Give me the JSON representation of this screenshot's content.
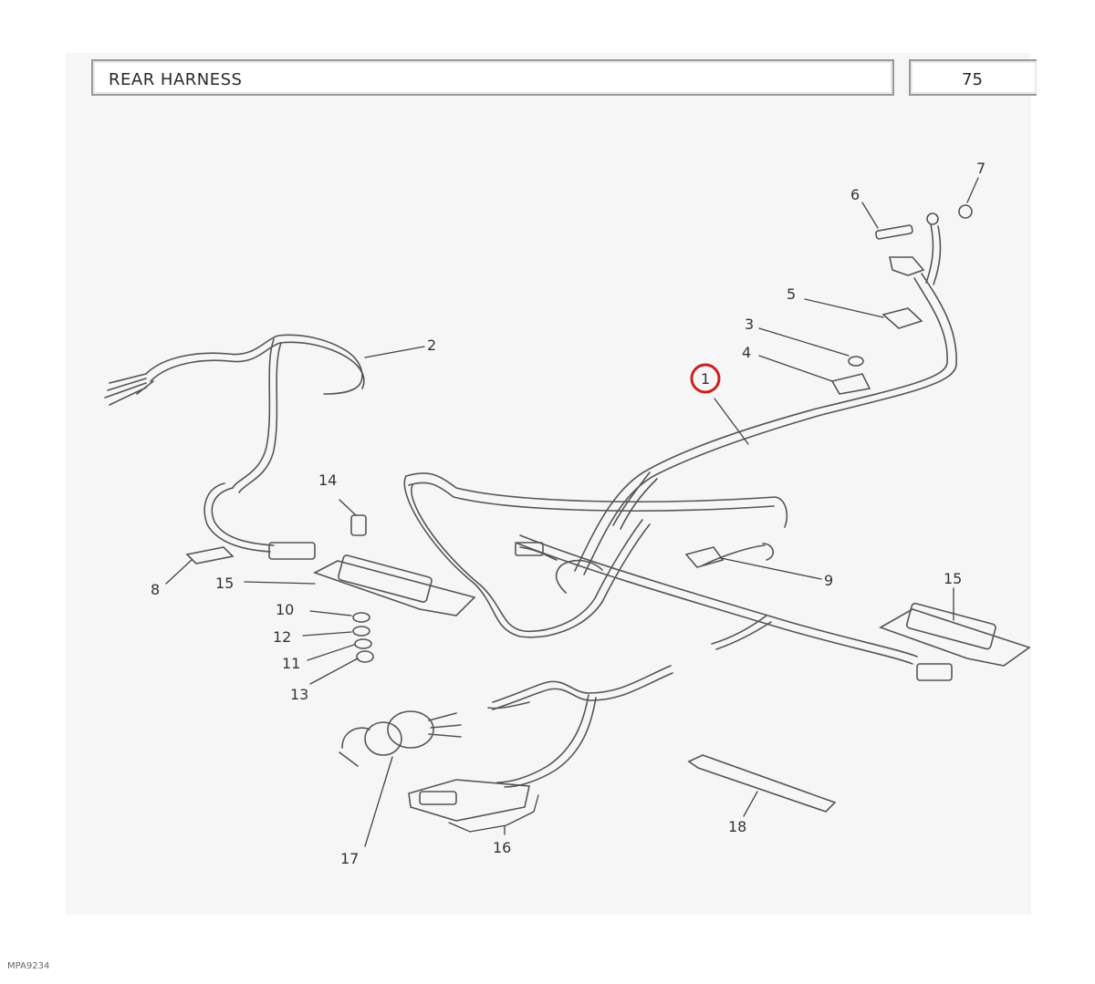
{
  "header": {
    "title": "REAR HARNESS",
    "page_number": "75"
  },
  "callouts": [
    {
      "id": "c1",
      "label": "1",
      "highlighted": true
    },
    {
      "id": "c2",
      "label": "2"
    },
    {
      "id": "c3",
      "label": "3"
    },
    {
      "id": "c4",
      "label": "4"
    },
    {
      "id": "c5",
      "label": "5"
    },
    {
      "id": "c6",
      "label": "6"
    },
    {
      "id": "c7",
      "label": "7"
    },
    {
      "id": "c8",
      "label": "8"
    },
    {
      "id": "c9",
      "label": "9"
    },
    {
      "id": "c10",
      "label": "10"
    },
    {
      "id": "c11",
      "label": "11"
    },
    {
      "id": "c12",
      "label": "12"
    },
    {
      "id": "c13",
      "label": "13"
    },
    {
      "id": "c14",
      "label": "14"
    },
    {
      "id": "c15a",
      "label": "15"
    },
    {
      "id": "c15b",
      "label": "15"
    },
    {
      "id": "c16",
      "label": "16"
    },
    {
      "id": "c17",
      "label": "17"
    },
    {
      "id": "c18",
      "label": "18"
    }
  ],
  "highlight_color": "#cc1f1f",
  "document_id": "MPA9234"
}
